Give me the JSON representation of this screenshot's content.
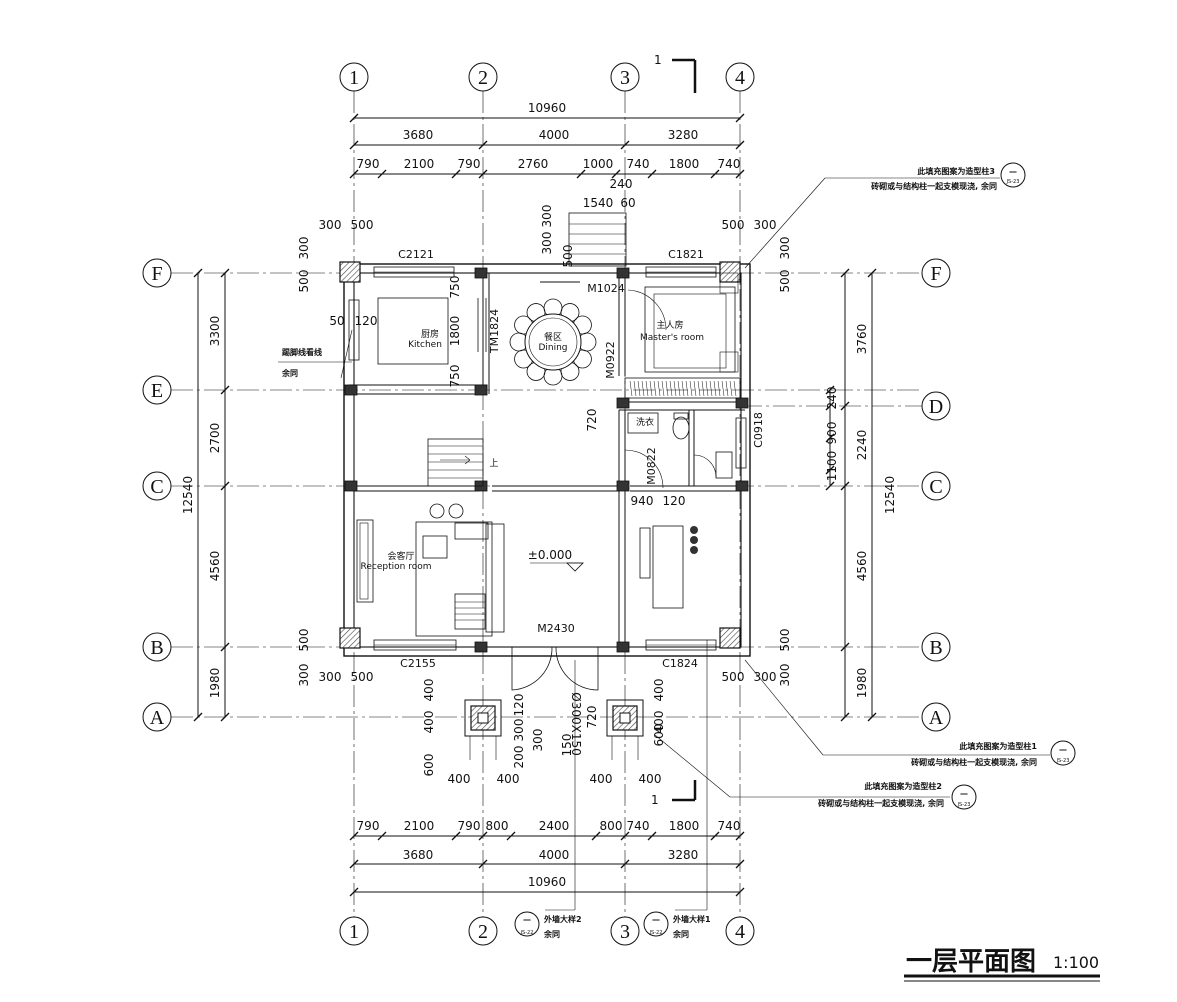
{
  "drawing": {
    "title": "一层平面图",
    "scale": "1:100",
    "axes_vertical": [
      "1",
      "2",
      "3",
      "4"
    ],
    "axes_horizontal": [
      "F",
      "E",
      "D",
      "C",
      "B",
      "A"
    ],
    "top_overall": "10960",
    "top_segments": [
      "3680",
      "4000",
      "3280"
    ],
    "top_detail": [
      "790",
      "2100",
      "790",
      "2760",
      "1000",
      "740",
      "1800",
      "740"
    ],
    "bottom_detail": [
      "790",
      "2100",
      "790",
      "800",
      "2400",
      "800",
      "740",
      "1800",
      "740"
    ],
    "bottom_segments": [
      "3680",
      "4000",
      "3280"
    ],
    "bottom_overall": "10960",
    "left_overall": "12540",
    "left_segments": [
      "3300",
      "2700",
      "4560",
      "1980"
    ],
    "right_overall": "12540",
    "right_segments": [
      "3760",
      "2240",
      "4560",
      "1980"
    ],
    "misc_dims": [
      "300",
      "500",
      "500",
      "300",
      "240",
      "1540",
      "60",
      "300",
      "300",
      "500",
      "300",
      "500",
      "500",
      "300",
      "50",
      "120",
      "750",
      "1800",
      "750",
      "720",
      "240",
      "900",
      "1100",
      "940",
      "120",
      "300",
      "500",
      "500",
      "300",
      "300",
      "500",
      "500",
      "300",
      "400",
      "400",
      "600",
      "120",
      "300",
      "200",
      "400",
      "400",
      "600",
      "400",
      "400",
      "400",
      "400",
      "300",
      "150",
      "720"
    ],
    "section_mark": "1",
    "windows": {
      "c2121": "C2121",
      "c1821": "C1821",
      "c2155": "C2155",
      "c1824": "C1824",
      "c0918": "C0918"
    },
    "doors": {
      "m1024": "M1024",
      "tm1824": "TM1824",
      "m0922": "M0922",
      "m0822": "M0822",
      "m2430": "M2430"
    },
    "rooms": {
      "kitchen_cn": "厨房",
      "kitchen_en": "Kitchen",
      "dining_cn": "餐区",
      "dining_en": "Dining",
      "master_cn": "主人房",
      "master_en": "Master's room",
      "laundry": "洗衣",
      "reception_cn": "会客厅",
      "reception_en": "Reception room",
      "up": "上"
    },
    "level": "±0.000",
    "dia_dim": "Ø300X150",
    "notes": {
      "col3_a": "此填充图案为造型柱3",
      "col3_b": "砖砌或与结构柱一起支模现浇, 余同",
      "col1_a": "此填充图案为造型柱1",
      "col1_b": "砖砌或与结构柱一起支模现浇, 余同",
      "col2_a": "此填充图案为造型柱2",
      "col2_b": "砖砌或与结构柱一起支模现浇, 余同",
      "skirting_a": "踢脚线看线",
      "skirting_b": "余同",
      "wall2": "外墙大样2",
      "wall1": "外墙大样1",
      "same": "余同",
      "dash": "—",
      "ref_js23": "JS-23",
      "ref_js22": "JS-22"
    }
  }
}
